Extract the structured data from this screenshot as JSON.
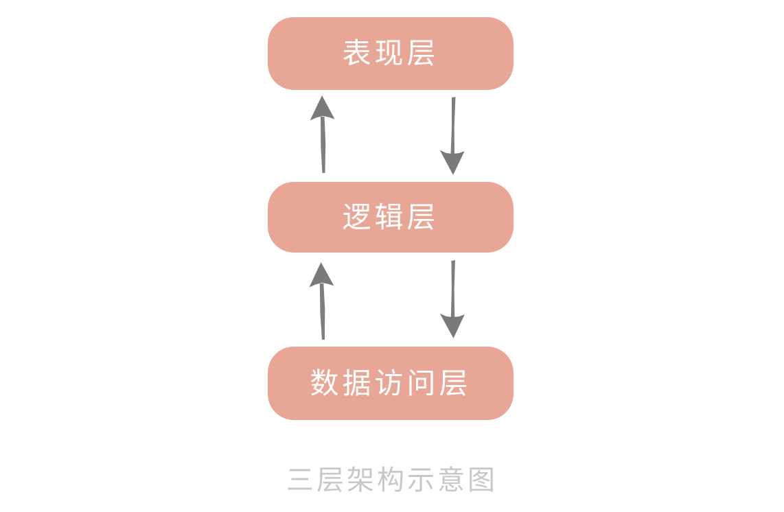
{
  "diagram": {
    "caption": "三层架构示意图",
    "layers": [
      {
        "id": "presentation",
        "label": "表现层"
      },
      {
        "id": "logic",
        "label": "逻辑层"
      },
      {
        "id": "data_access",
        "label": "数据访问层"
      }
    ],
    "connections": [
      {
        "from": "logic",
        "to": "presentation",
        "direction": "up"
      },
      {
        "from": "presentation",
        "to": "logic",
        "direction": "down"
      },
      {
        "from": "data_access",
        "to": "logic",
        "direction": "up"
      },
      {
        "from": "logic",
        "to": "data_access",
        "direction": "down"
      }
    ],
    "colors": {
      "background": "#FFFFFF",
      "box_fill": "#E8A796",
      "box_text": "#FFFFFF",
      "arrow": "#737373",
      "caption": "#C8C8C8"
    }
  }
}
